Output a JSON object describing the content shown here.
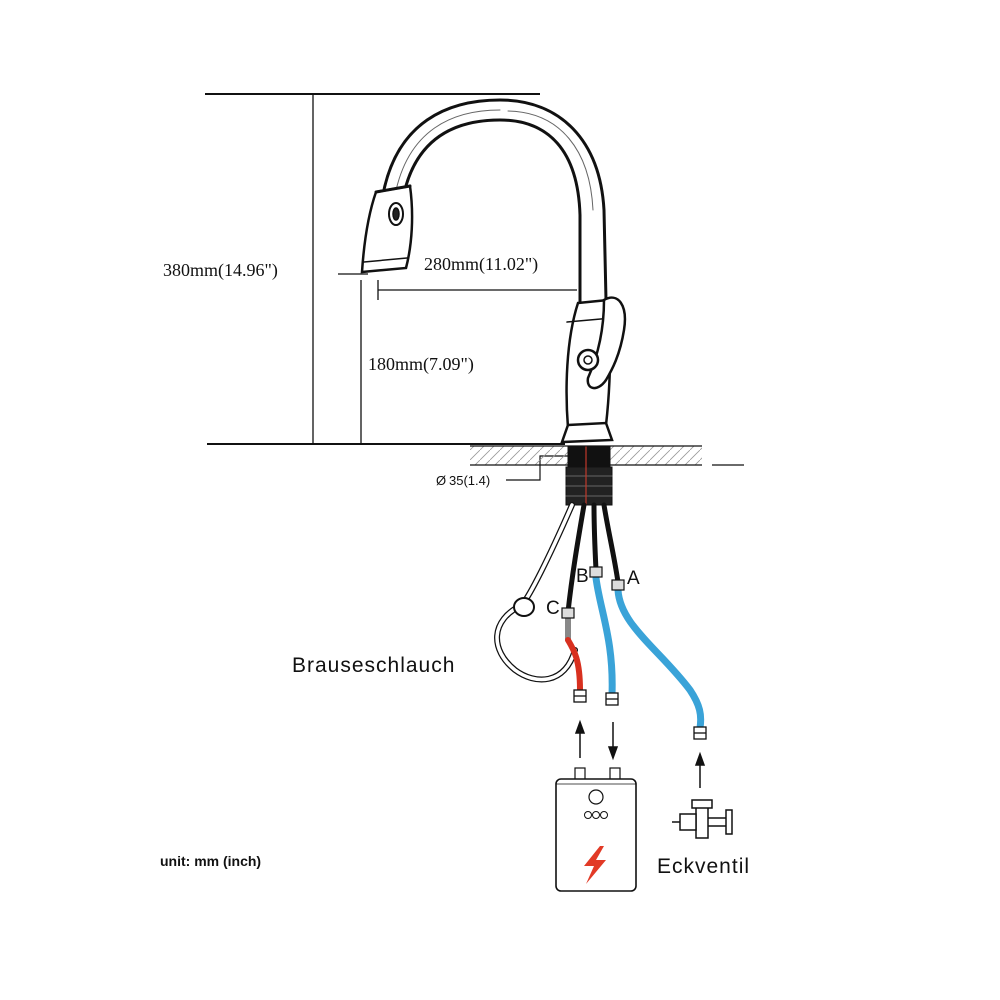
{
  "dimensions": {
    "height_total": "380mm(14.96\")",
    "reach": "280mm(11.02\")",
    "height_spout": "180mm(7.09\")",
    "diameter": "35(1.4)",
    "diameter_symbol": "Ø"
  },
  "hoses": {
    "a": "A",
    "b": "B",
    "c": "C"
  },
  "labels": {
    "spray_hose": "Brauseschlauch",
    "angle_valve": "Eckventil",
    "unit": "unit: mm (inch)"
  },
  "colors": {
    "hot": "#d8301f",
    "cold": "#3aa3d8",
    "line": "#111111",
    "warning": "#e23a26"
  },
  "icons": {
    "heater": "water-heater-icon",
    "valve": "angle-valve-icon",
    "lightning": "lightning-icon"
  }
}
